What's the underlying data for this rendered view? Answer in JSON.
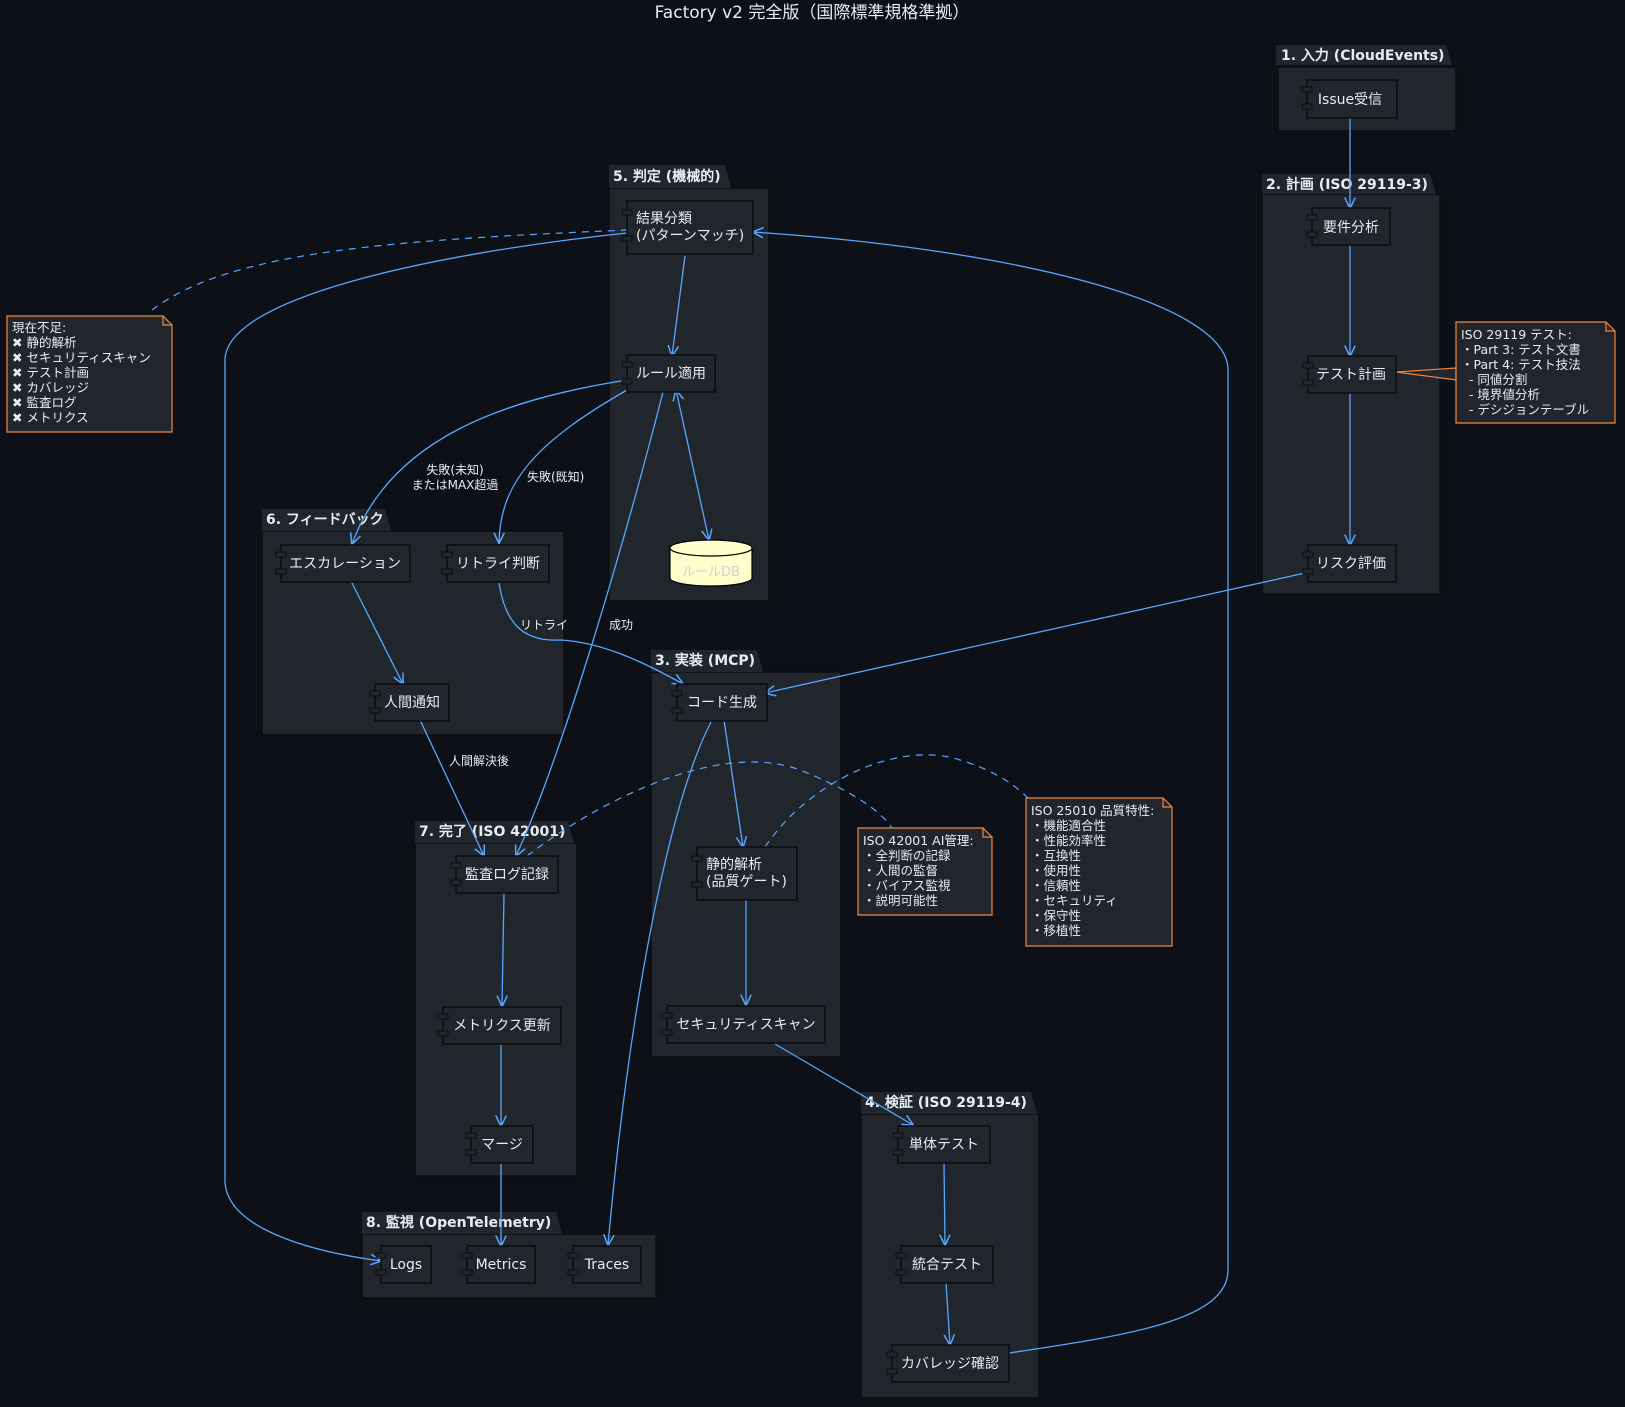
{
  "title": "Factory v2 完全版（国際標準規格準拠）",
  "packages": {
    "p1": "1. 入力 (CloudEvents)",
    "p2": "2. 計画 (ISO 29119-3)",
    "p3": "3. 実装 (MCP)",
    "p4": "4. 検証 (ISO 29119-4)",
    "p5": "5. 判定 (機械的)",
    "p6": "6. フィードバック",
    "p7": "7. 完了 (ISO 42001)",
    "p8": "8. 監視 (OpenTelemetry)"
  },
  "nodes": {
    "issue": "Issue受信",
    "req": "要件分析",
    "testplan": "テスト計画",
    "risk": "リスク評価",
    "codegen": "コード生成",
    "static_1": "静的解析",
    "static_2": "(品質ゲート)",
    "secscan": "セキュリティスキャン",
    "unit": "単体テスト",
    "integ": "統合テスト",
    "coverage": "カバレッジ確認",
    "classify_1": "結果分類",
    "classify_2": "(パターンマッチ)",
    "rule": "ルール適用",
    "ruledb": "ルールDB",
    "escalation": "エスカレーション",
    "retryjudge": "リトライ判断",
    "human": "人間通知",
    "audit": "監査ログ記録",
    "metricsupd": "メトリクス更新",
    "merge": "マージ",
    "logs": "Logs",
    "metrics": "Metrics",
    "traces": "Traces"
  },
  "edge_labels": {
    "fail_unknown_1": "失敗(未知)",
    "fail_unknown_2": "またはMAX超過",
    "fail_known": "失敗(既知)",
    "retry": "リトライ",
    "success": "成功",
    "human_resolved": "人間解決後"
  },
  "notes": {
    "shortfall": [
      "現在不足:",
      "✖ 静的解析",
      "✖ セキュリティスキャン",
      "✖ テスト計画",
      "✖ カバレッジ",
      "✖ 監査ログ",
      "✖ メトリクス"
    ],
    "iso29119": [
      "ISO 29119 テスト:",
      "・Part 3: テスト文書",
      "・Part 4: テスト技法",
      "  - 同値分割",
      "  - 境界値分析",
      "  - デシジョンテーブル"
    ],
    "iso42001": [
      "ISO 42001 AI管理:",
      "・全判断の記録",
      "・人間の監督",
      "・バイアス監視",
      "・説明可能性"
    ],
    "iso25010": [
      "ISO 25010 品質特性:",
      "・機能適合性",
      "・性能効率性",
      "・互換性",
      "・使用性",
      "・信頼性",
      "・セキュリティ",
      "・保守性",
      "・移植性"
    ]
  },
  "colors": {
    "background": "#0d1117",
    "package_fill": "#21262d",
    "node_fill": "#21262d",
    "arrow": "#58a6ff",
    "note_border": "#f0883e",
    "database_fill": "#ffffcc"
  }
}
